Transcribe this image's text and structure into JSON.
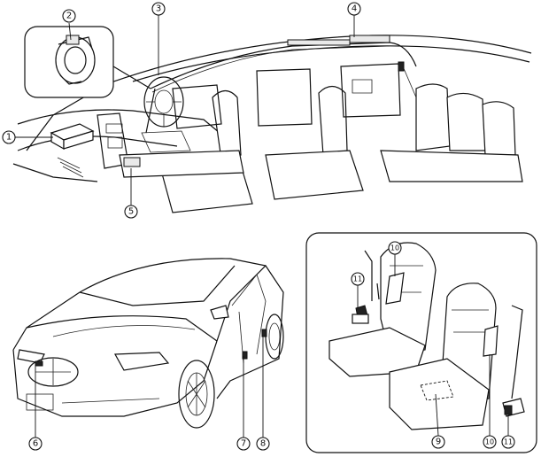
{
  "callouts": [
    {
      "id": "c1",
      "label": "1"
    },
    {
      "id": "c2",
      "label": "2"
    },
    {
      "id": "c3",
      "label": "3"
    },
    {
      "id": "c4",
      "label": "4"
    },
    {
      "id": "c5",
      "label": "5"
    },
    {
      "id": "c6",
      "label": "6"
    },
    {
      "id": "c7",
      "label": "7"
    },
    {
      "id": "c8",
      "label": "8"
    },
    {
      "id": "c9",
      "label": "9"
    },
    {
      "id": "c10a",
      "label": "10"
    },
    {
      "id": "c10b",
      "label": "10"
    },
    {
      "id": "c11a",
      "label": "11"
    },
    {
      "id": "c11b",
      "label": "11"
    }
  ]
}
